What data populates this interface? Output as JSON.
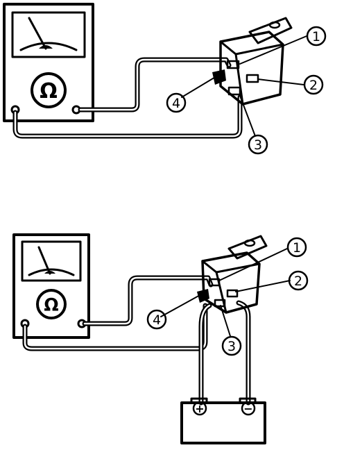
{
  "diagram": {
    "meter_symbol": "Ω",
    "callouts": [
      "1",
      "2",
      "3",
      "4"
    ],
    "battery": {
      "plus": "+",
      "minus": "−"
    },
    "colors": {
      "ink": "#000000",
      "paper": "#ffffff"
    },
    "icons": [
      "ohmmeter-icon",
      "relay-icon",
      "battery-icon"
    ]
  }
}
